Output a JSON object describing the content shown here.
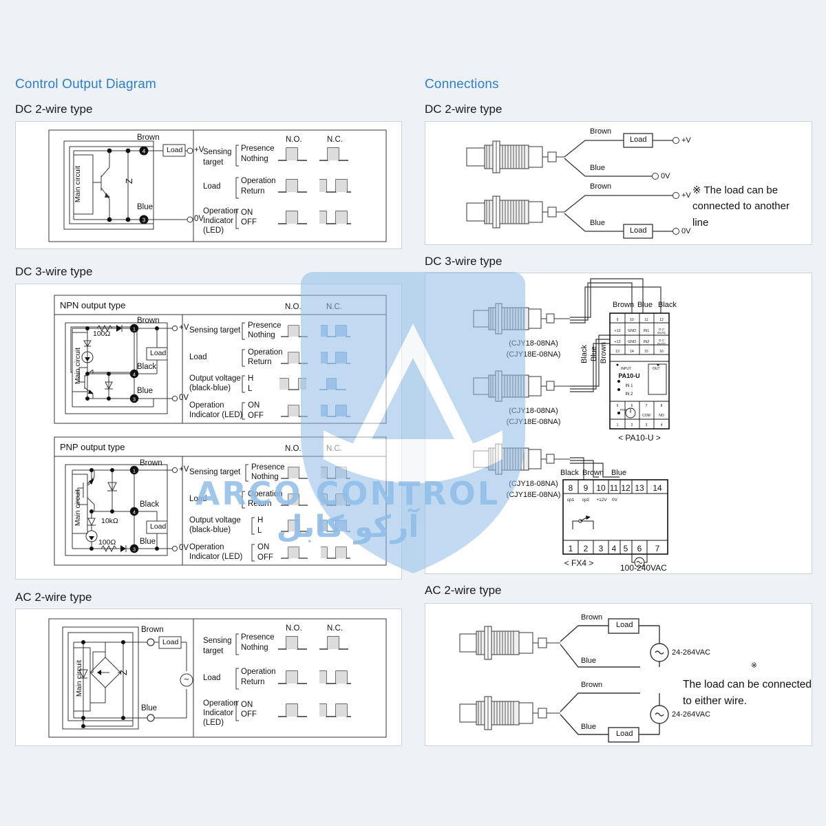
{
  "page": {
    "background": "#eef1f5",
    "accent": "#2a7fd4"
  },
  "watermark": {
    "brand": "ARCO CONTROL",
    "brand_fa": "آرکو کابل",
    "logo": "shield-logo",
    "color": "#8fbde8"
  },
  "left_column": {
    "section_title": "Control Output Diagram",
    "blocks": [
      {
        "heading": "DC 2-wire type"
      },
      {
        "heading": "DC 3-wire type"
      },
      {
        "heading": "AC 2-wire type"
      }
    ]
  },
  "right_column": {
    "section_title": "Connections",
    "blocks": [
      {
        "heading": "DC 2-wire type"
      },
      {
        "heading": "DC 3-wire type"
      },
      {
        "heading": "AC 2-wire type"
      }
    ]
  },
  "dc2wire_circuit": {
    "main_circuit": "Main circuit",
    "zener": "Z",
    "terminal_top": "4",
    "terminal_bottom": "3",
    "wire_brown": "Brown",
    "wire_blue": "Blue",
    "load": "Load",
    "supply_plus": "+V",
    "supply_zero": "0V"
  },
  "npn_circuit": {
    "box_label": "NPN output type",
    "main_circuit": "Main circuit",
    "resistor": "100Ω",
    "terminal_1": "1",
    "terminal_4": "4",
    "terminal_3": "3",
    "wire_brown": "Brown",
    "wire_black": "Black",
    "wire_blue": "Blue",
    "load": "Load",
    "supply_plus": "+V",
    "supply_zero": "0V"
  },
  "pnp_circuit": {
    "box_label": "PNP output type",
    "main_circuit": "Main circuit",
    "resistor_1": "10kΩ",
    "resistor_2": "100Ω",
    "terminal_1": "1",
    "terminal_4": "4",
    "terminal_3": "3",
    "wire_brown": "Brown",
    "wire_black": "Black",
    "wire_blue": "Blue",
    "load": "Load",
    "supply_plus": "+V",
    "supply_zero": "0V"
  },
  "ac2wire_circuit": {
    "main_circuit": "Main circuit",
    "zener": "Z",
    "wire_brown": "Brown",
    "wire_blue": "Blue",
    "load": "Load",
    "ac_source": "~"
  },
  "timing": {
    "col_no": "N.O.",
    "col_nc": "N.C.",
    "rows_2wire": [
      {
        "label": "Sensing\ntarget",
        "label_l1": "Sensing",
        "label_l2": "target",
        "state_hi": "Presence",
        "state_lo": "Nothing"
      },
      {
        "label_l1": "Load",
        "label_l2": "",
        "state_hi": "Operation",
        "state_lo": "Return"
      },
      {
        "label_l1": "Operation",
        "label_l2": "Indicator",
        "label_l3": "(LED)",
        "state_hi": "ON",
        "state_lo": "OFF"
      }
    ],
    "rows_3wire": [
      {
        "label_l1": "Sensing target",
        "state_hi": "Presence",
        "state_lo": "Nothing"
      },
      {
        "label_l1": "Load",
        "state_hi": "Operation",
        "state_lo": "Return"
      },
      {
        "label_l1": "Output voltage",
        "label_l2": "(black-blue)",
        "state_hi": "H",
        "state_lo": "L"
      },
      {
        "label_l1": "Operation",
        "label_l2": "Indicator  (LED)",
        "state_hi": "ON",
        "state_lo": "OFF"
      }
    ]
  },
  "conn_dc2wire": {
    "rows": [
      {
        "wire_top": "Brown",
        "wire_bottom": "Blue",
        "load": "Load",
        "load_on": "top",
        "term_top": "+V",
        "term_bottom": "0V"
      },
      {
        "wire_top": "Brown",
        "wire_bottom": "Blue",
        "load": "Load",
        "load_on": "bottom",
        "term_top": "+V",
        "term_bottom": "0V"
      }
    ],
    "note_mark": "※",
    "note_l1": "The load can be",
    "note_l2": "connected to another",
    "note_l3": "line"
  },
  "conn_dc3wire": {
    "sensor_labels": [
      {
        "l1": "(CJY18-08NA)",
        "l2": "(CJY18E-08NA)"
      },
      {
        "l1": "(CJY18-08NA)",
        "l2": "(CJY18E-08NA)"
      },
      {
        "l1": "(CJY18-08NA)",
        "l2": "(CJY18E-08NA)"
      }
    ],
    "top_wires": [
      "Brown",
      "Blue",
      "Black"
    ],
    "vertical_wires": [
      "Black",
      "Blue",
      "Brown"
    ],
    "pa10u": {
      "caption": "< PA10-U >",
      "model": "PA10-U",
      "terminals_top_numbers": [
        "9",
        "10",
        "11",
        "12"
      ],
      "terminals_top_names": [
        "+12",
        "GND",
        "IN1",
        "O.C\nOUT1"
      ],
      "terminals_row2_numbers": [
        "13",
        "14",
        "15",
        "16"
      ],
      "terminals_row2_names": [
        "+12",
        "GND",
        "IN2",
        "O.C\nOUT2"
      ],
      "in1": "IN 1",
      "in2": "IN 2",
      "in_header": "INPUT",
      "out_header": "OUT",
      "power": "POWER",
      "terminals_bottom_numbers": [
        "1",
        "2",
        "3",
        "4"
      ],
      "terminals_bottom_numbers_top": [
        "5",
        "6",
        "7",
        "8"
      ],
      "terminals_bottom_names": [
        "",
        "NC",
        "COM",
        "NO"
      ]
    },
    "fx4": {
      "caption": "< FX4 >",
      "top_numbers": [
        "8",
        "9",
        "10",
        "11",
        "12",
        "13",
        "14"
      ],
      "top_names": [
        "cp1",
        "cp2",
        "+12V",
        "0V"
      ],
      "bottom_numbers": [
        "1",
        "2",
        "3",
        "4",
        "5",
        "6",
        "7"
      ],
      "supply": "100-240VAC",
      "wire_black": "Black",
      "wire_brown": "Brown",
      "wire_blue": "Blue"
    }
  },
  "conn_ac2wire": {
    "rows": [
      {
        "wire_top": "Brown",
        "wire_bottom": "Blue",
        "load": "Load",
        "load_on": "top",
        "supply": "24-264VAC"
      },
      {
        "wire_top": "Brown",
        "wire_bottom": "Blue",
        "load": "Load",
        "load_on": "bottom",
        "supply": "24-264VAC"
      }
    ],
    "note_mark": "※",
    "note_l1": "The load can be connected",
    "note_l2": "to either wire."
  }
}
